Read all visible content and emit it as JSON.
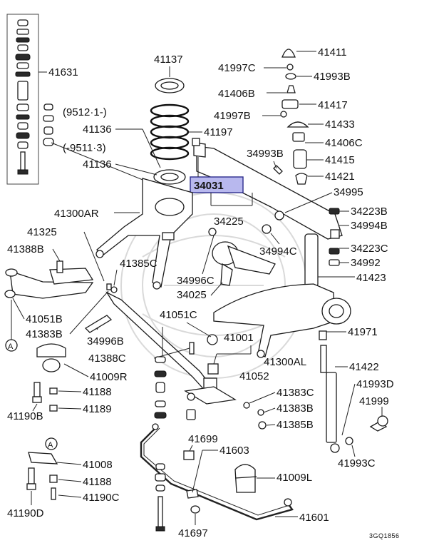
{
  "labels": {
    "p41631": "41631",
    "p41137": "41137",
    "p41411": "41411",
    "p41997c_top": "41997C",
    "p41993b": "41993B",
    "p41406b": "41406B",
    "p41417": "41417",
    "p41997b": "41997B",
    "p41433": "41433",
    "p41406c": "41406C",
    "p41415": "41415",
    "p41421": "41421",
    "p34995": "34995",
    "p34993b": "34993B",
    "p34223b": "34223B",
    "p34994b": "34994B",
    "p34223c": "34223C",
    "p34992": "34992",
    "p41423": "41423",
    "date1": "(9512·1-)",
    "date2": "(-9511·3)",
    "p41136_a": "41136",
    "p41136_b": "41136",
    "p41197": "41197",
    "p34031": "34031",
    "p34225": "34225",
    "p41300ar": "41300AR",
    "p41325": "41325",
    "p41388b": "41388B",
    "p41385c": "41385C",
    "p34996c": "34996C",
    "p34994c": "34994C",
    "p34025": "34025",
    "p41051b": "41051B",
    "p41383b": "41383B",
    "p41051c": "41051C",
    "p34996b": "34996B",
    "p41971": "41971",
    "p41001": "41001",
    "p41388c": "41388C",
    "p41300al": "41300AL",
    "p41009r": "41009R",
    "p41052": "41052",
    "p41422": "41422",
    "p41188_a": "41188",
    "p41189": "41189",
    "p41190b": "41190B",
    "p41383c": "41383C",
    "p41993d": "41993D",
    "p41383b_b": "41383B",
    "p41999": "41999",
    "p41385b": "41385B",
    "p41699": "41699",
    "p41603": "41603",
    "p41008": "41008",
    "p41993c": "41993C",
    "p41188_b": "41188",
    "p41009l": "41009L",
    "p41190c": "41190C",
    "p41190d": "41190D",
    "p41601": "41601",
    "p41697": "41697",
    "callout_a1": "A",
    "callout_a2": "A",
    "drawing_code": "3GQ1856"
  },
  "highlight": {
    "part": "34031",
    "color": "#b8b8ee"
  }
}
